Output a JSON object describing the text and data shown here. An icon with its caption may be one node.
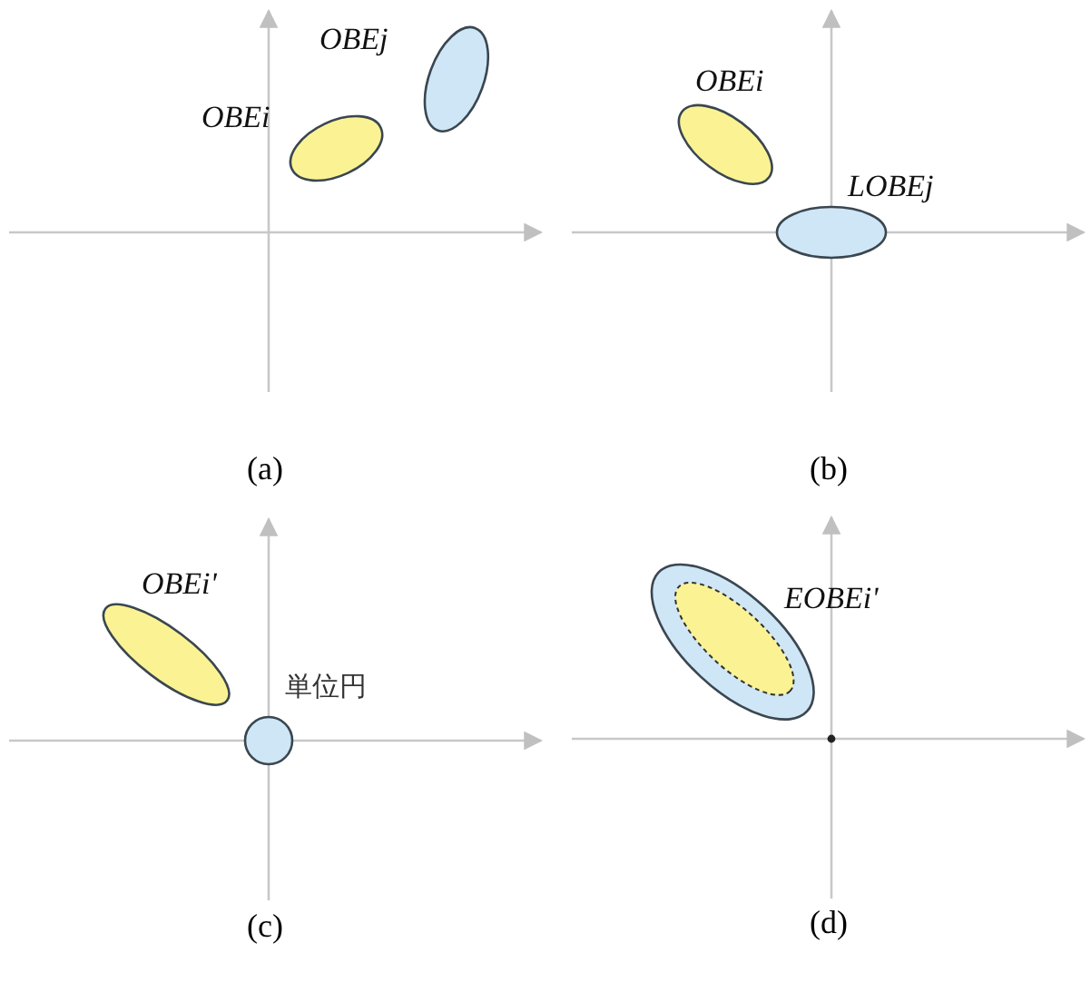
{
  "diagram": {
    "nodes": [
      {
        "text": [],
        "shape": "ellipse",
        "beside": [
          "OBEi"
        ]
      },
      {
        "text": [],
        "shape": "ellipse",
        "beside": [
          "OBEj"
        ]
      },
      {
        "text": [],
        "shape": "ellipse",
        "beside": [
          "OBEi"
        ]
      },
      {
        "text": [],
        "shape": "ellipse",
        "beside": [
          "LOBEj"
        ]
      },
      {
        "text": [],
        "shape": "ellipse",
        "beside": [
          "OBEi'"
        ]
      },
      {
        "text": [],
        "shape": "circle",
        "beside": [
          "単位円"
        ]
      },
      {
        "text": [],
        "shape": "ellipse",
        "beside": [
          "EOBEi'"
        ]
      },
      {
        "text": [],
        "shape": "ellipse",
        "in": 6
      }
    ],
    "labels": [
      "(a)",
      "(b)",
      "(c)",
      "(d)"
    ]
  }
}
